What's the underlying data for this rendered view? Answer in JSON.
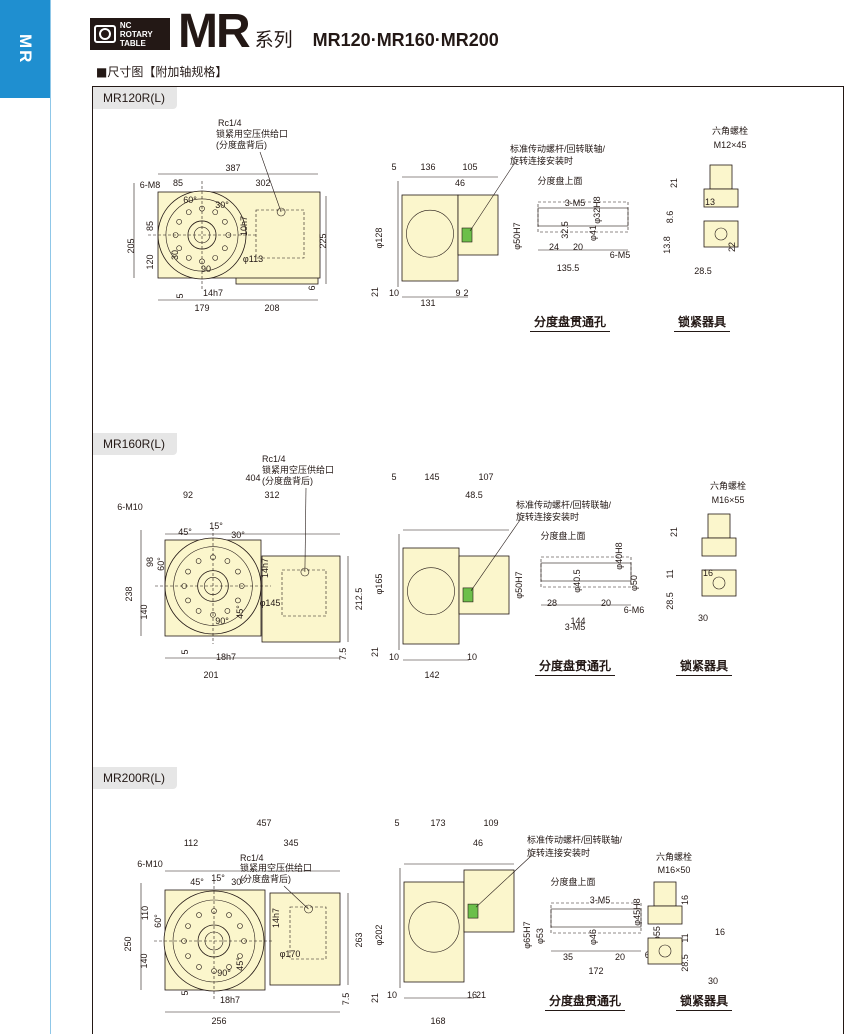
{
  "side_tab": {
    "label": "MR"
  },
  "header": {
    "logo_text_line1": "NC ROTARY",
    "logo_text_line2": "TABLE",
    "series_mark": "MR",
    "series_word": "系列",
    "models": "MR120·MR160·MR200"
  },
  "subtitle": "■尺寸图【附加轴规格】",
  "sections": [
    {
      "model": "MR120R(L)",
      "air_port": [
        "Rc1/4",
        "锁紧用空压供给口",
        "(分度盘背后)"
      ],
      "front_dims": [
        "387",
        "85",
        "302",
        "6-M8",
        "60°",
        "30°",
        "85",
        "120",
        "205",
        "225",
        "10h7",
        "φ113",
        "30",
        "90",
        "14h7",
        "5",
        "6",
        "179",
        "208"
      ],
      "side_dims": [
        "5",
        "136",
        "105",
        "46",
        "φ128",
        "21",
        "10",
        "9",
        "2",
        "131"
      ],
      "side_note": [
        "标准传动螺杆/回转联轴/",
        "旋转连接安装时"
      ],
      "bore_dims": [
        "分度盘上面",
        "3-M5",
        "φ32H8",
        "φ50H7",
        "32.5",
        "φ41",
        "24",
        "20",
        "135.5",
        "6-M5"
      ],
      "bore_caption": "分度盘贯通孔",
      "clamp_dims": [
        "六角螺栓",
        "M12×45",
        "21",
        "8.6",
        "13",
        "13.8",
        "22",
        "28.5"
      ],
      "clamp_caption": "锁紧器具"
    },
    {
      "model": "MR160R(L)",
      "air_port": [
        "Rc1/4",
        "锁紧用空压供给口",
        "(分度盘背后)"
      ],
      "front_dims": [
        "404",
        "92",
        "312",
        "6-M10",
        "45°",
        "15°",
        "30°",
        "98",
        "60°",
        "238",
        "140",
        "14h7",
        "212.5",
        "φ145",
        "90°",
        "45°",
        "18h7",
        "5",
        "7.5",
        "201"
      ],
      "side_dims": [
        "5",
        "145",
        "107",
        "48.5",
        "φ165",
        "21",
        "10",
        "10",
        "142"
      ],
      "side_note": [
        "标准传动螺杆/回转联轴/",
        "旋转连接安装时"
      ],
      "bore_dims": [
        "分度盘上面",
        "φ40H8",
        "φ50H7",
        "φ40.5",
        "φ50",
        "28",
        "20",
        "144",
        "6-M6",
        "3-M5"
      ],
      "bore_caption": "分度盘贯通孔",
      "clamp_dims": [
        "六角螺栓",
        "M16×55",
        "21",
        "11",
        "16",
        "28.5",
        "30"
      ],
      "clamp_caption": "锁紧器具"
    },
    {
      "model": "MR200R(L)",
      "air_port": [
        "Rc1/4",
        "锁紧用空压供给口",
        "(分度盘背后)"
      ],
      "front_dims": [
        "457",
        "112",
        "345",
        "6-M10",
        "45°",
        "15°",
        "30°",
        "110",
        "60°",
        "250",
        "140",
        "14h7",
        "263",
        "φ170",
        "90°",
        "45°",
        "18h7",
        "5",
        "7.5",
        "256"
      ],
      "side_dims": [
        "5",
        "173",
        "109",
        "46",
        "φ202",
        "21",
        "10",
        "16",
        "21",
        "168"
      ],
      "side_note": [
        "标准传动螺杆/回转联轴/",
        "旋转连接安装时"
      ],
      "bore_dims": [
        "分度盘上面",
        "3-M5",
        "φ45H8",
        "φ65H7",
        "φ53",
        "φ55",
        "φ46",
        "35",
        "20",
        "172",
        "6-M6"
      ],
      "bore_caption": "分度盘贯通孔",
      "clamp_dims": [
        "六角螺栓",
        "M16×50",
        "16",
        "11",
        "16",
        "28.5",
        "30"
      ],
      "clamp_caption": "锁紧器具"
    }
  ]
}
